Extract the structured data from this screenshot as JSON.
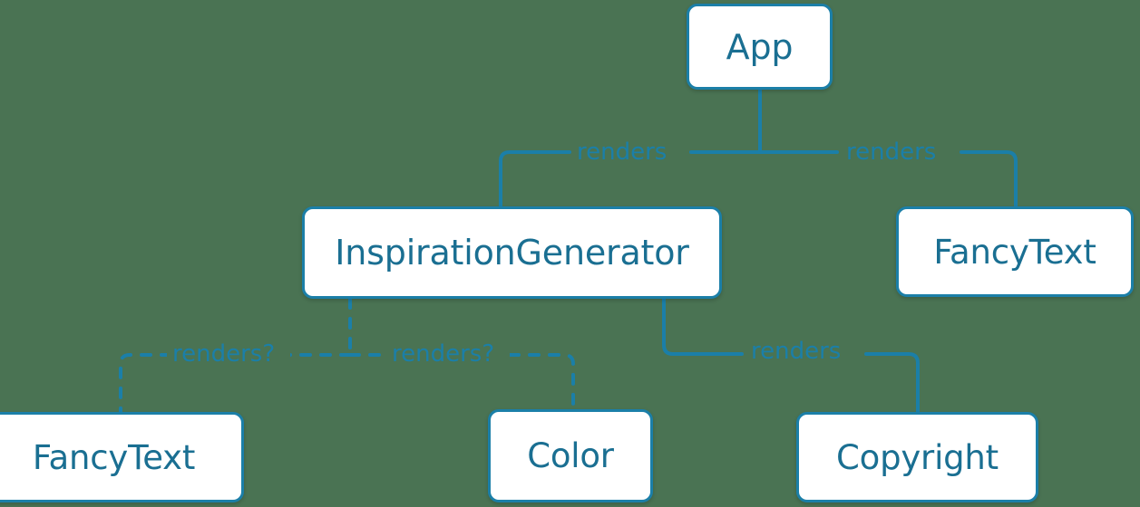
{
  "diagram": {
    "type": "component-tree",
    "background_color": "#4a7353",
    "node_fill": "#ffffff",
    "node_border_color": "#1b7fa8",
    "text_color": "#1a6f92",
    "edge_color": "#1b7fa8",
    "nodes": [
      {
        "id": "app",
        "label": "App"
      },
      {
        "id": "inspgen",
        "label": "InspirationGenerator"
      },
      {
        "id": "fancytop",
        "label": "FancyText"
      },
      {
        "id": "fancybot",
        "label": "FancyText"
      },
      {
        "id": "color",
        "label": "Color"
      },
      {
        "id": "copyright",
        "label": "Copyright"
      }
    ],
    "edges": [
      {
        "from": "app",
        "to": "inspgen",
        "label": "renders",
        "style": "solid"
      },
      {
        "from": "app",
        "to": "fancytop",
        "label": "renders",
        "style": "solid"
      },
      {
        "from": "inspgen",
        "to": "fancybot",
        "label": "renders?",
        "style": "dashed"
      },
      {
        "from": "inspgen",
        "to": "color",
        "label": "renders?",
        "style": "dashed"
      },
      {
        "from": "inspgen",
        "to": "copyright",
        "label": "renders",
        "style": "solid"
      }
    ]
  }
}
